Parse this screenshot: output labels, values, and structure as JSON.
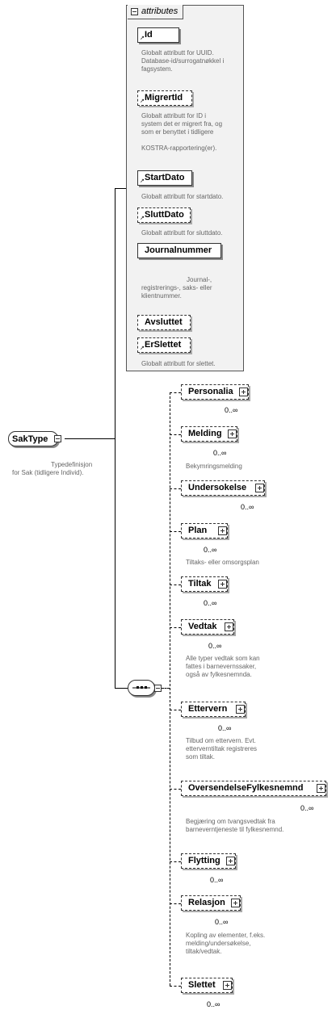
{
  "attributes": {
    "title": "attributes",
    "items": [
      {
        "name": "Id",
        "desc": [
          "Globalt attributt for UUID.",
          "Database-id/surrogatnøkkel i",
          "fagsystem."
        ]
      },
      {
        "name": "MigrertId",
        "desc": [
          "Globalt attributt for ID i",
          "system det er migrert fra, og",
          "som er benyttet i tidligere",
          "",
          "KOSTRA-rapportering(er)."
        ]
      },
      {
        "name": "StartDato",
        "desc": [
          "Globalt attributt for startdato."
        ]
      },
      {
        "name": "SluttDato",
        "desc": [
          "Globalt attributt for sluttdato."
        ]
      },
      {
        "name": "Journalnummer",
        "desc": [
          "Journal-,",
          "registrerings-, saks- eller",
          "klientnummer."
        ]
      },
      {
        "name": "Avsluttet",
        "desc": []
      },
      {
        "name": "ErSlettet",
        "desc": [
          "Globalt attributt for slettet."
        ]
      }
    ]
  },
  "root": {
    "name": "SakType",
    "desc": [
      "Typedefinisjon",
      "for Sak (tidligere Individ)."
    ]
  },
  "sequence": {
    "icon": "sequence-icon",
    "elements": [
      {
        "name": "Personalia",
        "card": "0..∞",
        "desc": []
      },
      {
        "name": "Melding",
        "card": "0..∞",
        "desc": [
          "Bekymringsmelding"
        ]
      },
      {
        "name": "Undersokelse",
        "card": "0..∞",
        "desc": []
      },
      {
        "name": "Plan",
        "card": "0..∞",
        "desc": [
          "Tiltaks- eller omsorgsplan"
        ]
      },
      {
        "name": "Tiltak",
        "card": "0..∞",
        "desc": []
      },
      {
        "name": "Vedtak",
        "card": "0..∞",
        "desc": [
          "Alle typer vedtak som kan",
          "fattes i barnevernssaker,",
          "også av fylkesnemnda."
        ]
      },
      {
        "name": "Ettervern",
        "card": "0..∞",
        "desc": [
          "Tilbud om ettervern. Evt.",
          "etterverntiltak registreres",
          "som tiltak."
        ]
      },
      {
        "name": "OversendelseFylkesnemnd",
        "card": "0..∞",
        "desc": [
          "Begjæring om tvangsvedtak fra",
          "barneverntjeneste til fylkesnemnd."
        ]
      },
      {
        "name": "Flytting",
        "card": "0..∞",
        "desc": []
      },
      {
        "name": "Relasjon",
        "card": "0..∞",
        "desc": [
          "Kopling av elementer, f.eks.",
          "melding/undersøkelse,",
          "tiltak/vedtak."
        ]
      },
      {
        "name": "Slettet",
        "card": "0..∞",
        "desc": []
      }
    ]
  }
}
